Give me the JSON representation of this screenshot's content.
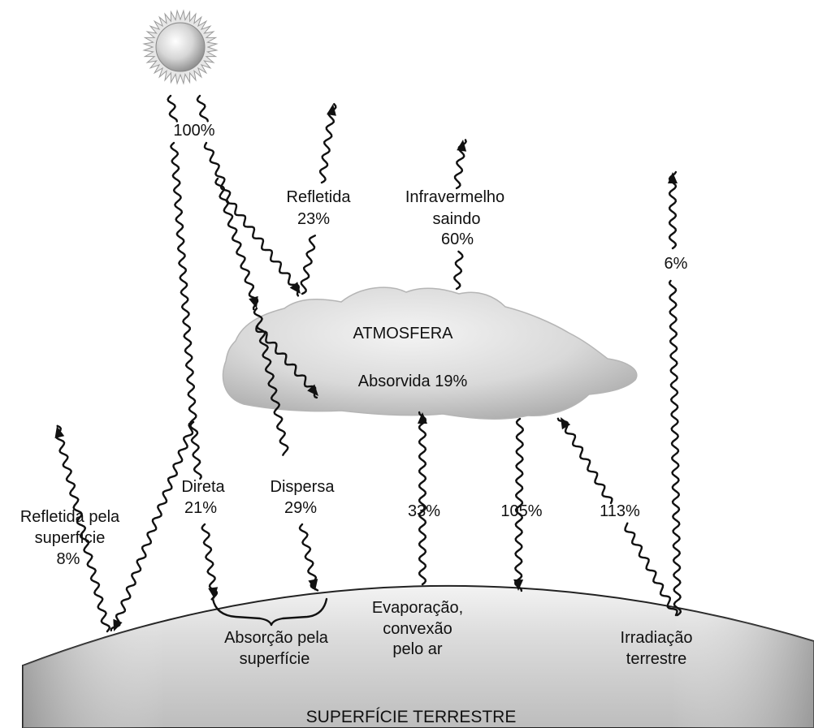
{
  "labels": {
    "sun_total": "100%",
    "reflected": {
      "line1": "Refletida",
      "line2": "23%"
    },
    "infrared_out": {
      "line1": "Infravermelho",
      "line2": "saindo",
      "line3": "60%"
    },
    "ground_ir_escape": "6%",
    "atmosphere": "ATMOSFERA",
    "absorbed": "Absorvida 19%",
    "surface_reflected": {
      "line1": "Refletida pela",
      "line2": "superfície",
      "line3": "8%"
    },
    "direct": {
      "line1": "Direta",
      "line2": "21%"
    },
    "scattered": {
      "line1": "Dispersa",
      "line2": "29%"
    },
    "evaporation_pct": "33%",
    "back_radiation_pct": "105%",
    "ground_radiation_pct": "113%",
    "surface_absorption": {
      "line1": "Absorção pela",
      "line2": "superfície"
    },
    "evaporation": {
      "line1": "Evaporação,",
      "line2": "convexão",
      "line3": "pelo ar"
    },
    "terrestrial_radiation": {
      "line1": "Irradiação",
      "line2": "terrestre"
    },
    "surface": "SUPERFÍCIE TERRESTRE"
  },
  "icons": {
    "sun": "sun-icon",
    "cloud": "atmosphere-cloud",
    "earth": "earth-surface"
  },
  "colors": {
    "ink": "#111111",
    "cloud_light": "#f2f2f2",
    "cloud_dark": "#a8a8a8",
    "earth_light": "#ececec",
    "earth_dark": "#9a9a9a"
  }
}
